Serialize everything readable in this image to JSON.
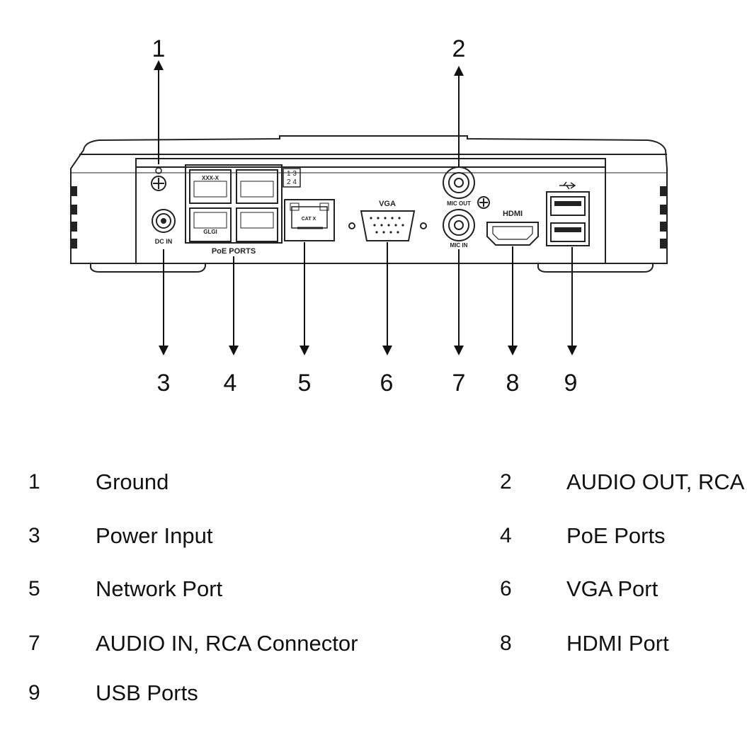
{
  "callouts": [
    {
      "num": "1"
    },
    {
      "num": "2"
    },
    {
      "num": "3"
    },
    {
      "num": "4"
    },
    {
      "num": "5"
    },
    {
      "num": "6"
    },
    {
      "num": "7"
    },
    {
      "num": "8"
    },
    {
      "num": "9"
    }
  ],
  "device_labels": {
    "poe_label": "PoE PORTS",
    "poe_port_top_left": "XXX-X",
    "poe_port_bottom_left": "GLGI",
    "port_numbers_top": "1 3",
    "port_numbers_bottom": "2 4",
    "network_port": "CAT X",
    "vga": "VGA",
    "mic_out": "MIC OUT",
    "mic_in": "MIC IN",
    "hdmi": "HDMI",
    "dc_in": "DC IN"
  },
  "legend": [
    {
      "num": "1",
      "label": "Ground"
    },
    {
      "num": "2",
      "label": "AUDIO OUT, RCA"
    },
    {
      "num": "3",
      "label": "Power Input"
    },
    {
      "num": "4",
      "label": "PoE Ports"
    },
    {
      "num": "5",
      "label": "Network Port"
    },
    {
      "num": "6",
      "label": "VGA Port"
    },
    {
      "num": "7",
      "label": "AUDIO IN, RCA Connector"
    },
    {
      "num": "8",
      "label": "HDMI Port"
    },
    {
      "num": "9",
      "label": "USB Ports"
    }
  ]
}
